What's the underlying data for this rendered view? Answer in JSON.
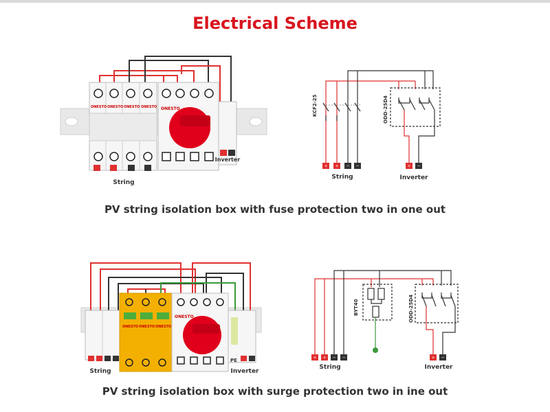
{
  "header": {
    "title": "Electrical Scheme"
  },
  "scheme1": {
    "caption": "PV string isolation box with fuse protection two in one out",
    "string_label": "String",
    "inverter_label": "Inverter",
    "fuse_model": "KCF2-25",
    "switch_model": "ODD-25D4",
    "brand": "ONESTO"
  },
  "scheme2": {
    "caption": "PV string isolation box with surge protection two in ine out",
    "string_label": "String",
    "inverter_label": "Inverter",
    "spd_model": "BYT40",
    "switch_model": "ODD-25D4",
    "brand": "ONESTO",
    "pe_label": "PE"
  },
  "terminal_signs": {
    "plus": "+",
    "minus": "−"
  },
  "colors": {
    "title": "#d8141e",
    "dc_plus": "#e03030",
    "dc_minus": "#333333",
    "ground": "#3a9a3a",
    "handle": "#e0001b",
    "spd_body": "#f3b000"
  }
}
